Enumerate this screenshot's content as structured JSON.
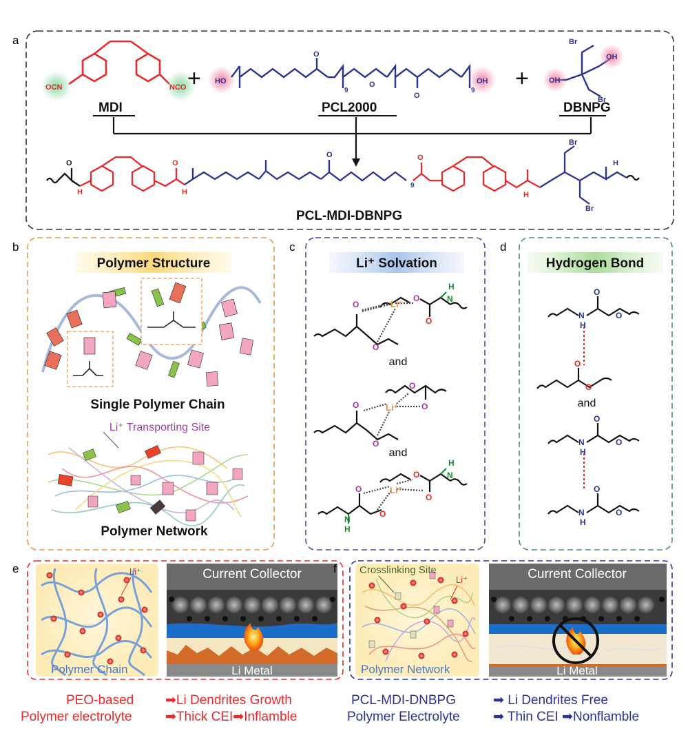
{
  "panels": {
    "a": "a",
    "b": "b",
    "c": "c",
    "d": "d",
    "e": "e",
    "f": "f"
  },
  "panel_a": {
    "mdi": "MDI",
    "pcl": "PCL2000",
    "dbnpg": "DBNPG",
    "product": "PCL-MDI-DBNPG",
    "plus": "+",
    "ocn": "OCN",
    "nco": "NCO",
    "ho": "HO",
    "oh": "OH",
    "br": "Br",
    "o": "O",
    "n": "N",
    "h": "H",
    "sub9": "9"
  },
  "panel_b": {
    "title": "Polymer Structure",
    "single_chain": "Single Polymer Chain",
    "li_site": "Li⁺ Transporting Site",
    "network": "Polymer Network"
  },
  "panel_c": {
    "title": "Li⁺ Solvation",
    "and1": "and",
    "and2": "and",
    "li": "Li⁺"
  },
  "panel_d": {
    "title": "Hydrogen Bond",
    "and": "and"
  },
  "panel_e": {
    "li": "Li⁺",
    "collector": "Current Collector",
    "chain": "Polymer Chain",
    "metal": "Li Metal"
  },
  "panel_f": {
    "crosslink": "Crosslinking Site",
    "li": "Li⁺",
    "collector": "Current Collector",
    "network": "Polymer Network",
    "metal": "Li Metal"
  },
  "captions": {
    "left_1": "PEO-based",
    "left_2": "Polymer electrolyte",
    "left_r1": "Li Dendrites Growth",
    "left_r2a": "Thick CEI",
    "left_r2b": "Inflamble",
    "right_1": "PCL-MDI-DNBPG",
    "right_2": "Polymer Electrolyte",
    "right_r1": "Li Dendrites Free",
    "right_r2a": "Thin CEI",
    "right_r2b": "Nonflamble"
  },
  "colors": {
    "red": "#e8282a",
    "blue": "#2c3290",
    "orange_box": "#e69a4a",
    "blue_box": "#4a4aa0",
    "teal_box": "#4a8a80",
    "o_label": "#b0309a",
    "n_green": "#1a8a2a"
  }
}
